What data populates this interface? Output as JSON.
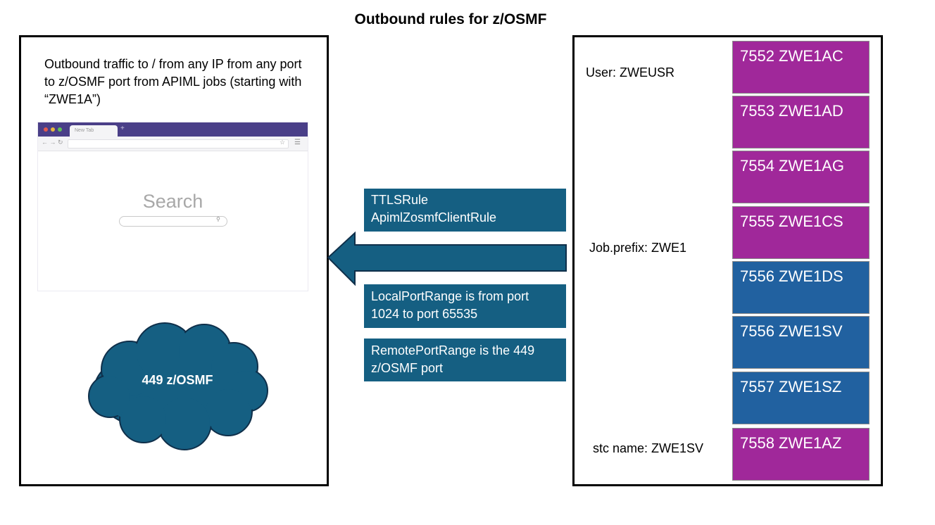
{
  "title": "Outbound rules for z/OSMF",
  "left_panel": {
    "description": "Outbound traffic to / from any IP from any port to z/OSMF port from APIML jobs (starting with “ZWE1A”)",
    "browser": {
      "tab_label": "New Tab",
      "search_placeholder": "Search"
    },
    "cloud_label": "449 z/OSMF"
  },
  "middle": {
    "rule_box": {
      "line1": "TTLSRule",
      "line2": "ApimlZosmfClientRule"
    },
    "local_box": {
      "line1": "LocalPortRange is from port",
      "line2": "1024 to port 65535"
    },
    "remote_box": {
      "line1": "RemotePortRange is the 449",
      "line2": "z/OSMF port"
    }
  },
  "right_panel": {
    "user_label": "User: ZWEUSR",
    "job_prefix_label": "Job.prefix: ZWE1",
    "stc_label": "stc name: ZWE1SV",
    "jobs": [
      {
        "label": "7552 ZWE1AC",
        "color": "#a0289a"
      },
      {
        "label": "7553 ZWE1AD",
        "color": "#a0289a"
      },
      {
        "label": "7554 ZWE1AG",
        "color": "#a0289a"
      },
      {
        "label": "7555 ZWE1CS",
        "color": "#a0289a"
      },
      {
        "label": "7556 ZWE1DS",
        "color": "#2161a0"
      },
      {
        "label": "7556 ZWE1SV",
        "color": "#2161a0"
      },
      {
        "label": "7557 ZWE1SZ",
        "color": "#2161a0"
      },
      {
        "label": "7558 ZWE1AZ",
        "color": "#a0289a"
      }
    ]
  },
  "colors": {
    "infobox": "#155f82",
    "cloud": "#155f82",
    "purple": "#a0289a",
    "blue": "#2161a0"
  }
}
